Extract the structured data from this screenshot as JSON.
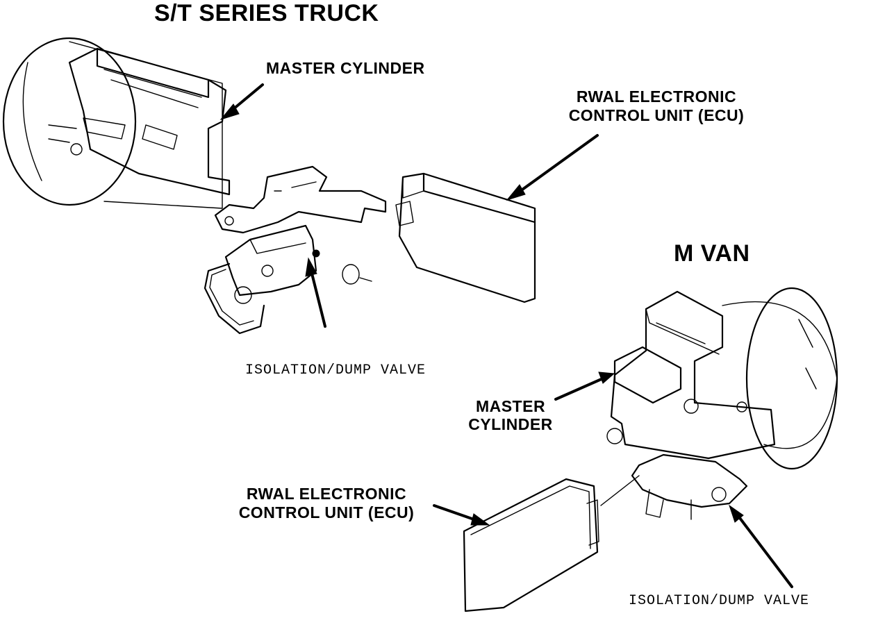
{
  "st_truck": {
    "title": "S/T SERIES TRUCK",
    "master_cylinder_label": "MASTER CYLINDER",
    "ecu_label_line1": "RWAL ELECTRONIC",
    "ecu_label_line2": "CONTROL UNIT (ECU)",
    "valve_label": "ISOLATION/DUMP VALVE"
  },
  "m_van": {
    "title": "M VAN",
    "master_cylinder_label_line1": "MASTER",
    "master_cylinder_label_line2": "CYLINDER",
    "ecu_label_line1": "RWAL ELECTRONIC",
    "ecu_label_line2": "CONTROL UNIT (ECU)",
    "valve_label": "ISOLATION/DUMP VALVE"
  },
  "colors": {
    "ink": "#000000",
    "paper": "#ffffff"
  }
}
